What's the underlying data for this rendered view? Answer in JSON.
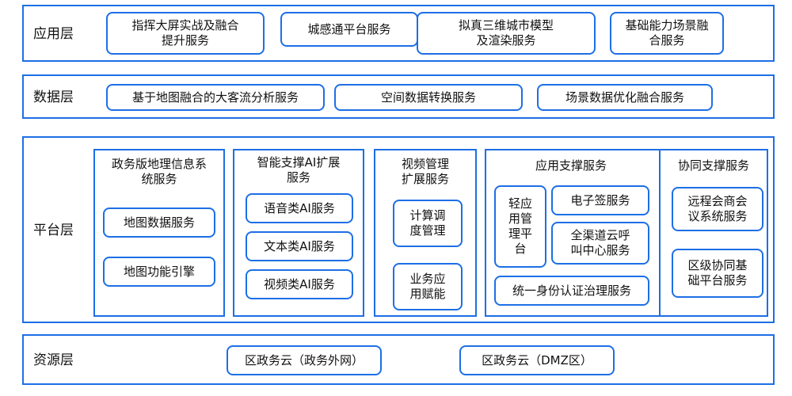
{
  "layers": {
    "application": {
      "label": "应用层",
      "items": [
        "指挥大屏实战及融合\n提升服务",
        "城感通平台服务",
        "拟真三维城市模型\n及渲染服务",
        "基础能力场景融\n合服务"
      ]
    },
    "data": {
      "label": "数据层",
      "items": [
        "基于地图融合的大客流分析服务",
        "空间数据转换服务",
        "场景数据优化融合服务"
      ]
    },
    "platform": {
      "label": "平台层",
      "gis": {
        "title": "政务版地理信息系\n统服务",
        "items": [
          "地图数据服务",
          "地图功能引擎"
        ]
      },
      "ai": {
        "title": "智能支撑AI扩展\n服务",
        "items": [
          "语音类AI服务",
          "文本类AI服务",
          "视频类AI服务"
        ]
      },
      "video": {
        "title": "视频管理\n扩展服务",
        "items": [
          "计算调\n度管理",
          "业务应\n用赋能"
        ]
      },
      "app_support": {
        "title": "应用支撑服务",
        "light_platform": "轻应\n用管\n理平\n台",
        "e_sign": "电子签服务",
        "call_center": "全渠道云呼\n叫中心服务",
        "identity": "统一身份认证治理服务"
      },
      "collab": {
        "title": "协同支撑服务",
        "items": [
          "远程会商会\n议系统服务",
          "区级协同基\n础平台服务"
        ]
      }
    },
    "resource": {
      "label": "资源层",
      "items": [
        "区政务云（政务外网）",
        "区政务云（DMZ区）"
      ]
    }
  }
}
